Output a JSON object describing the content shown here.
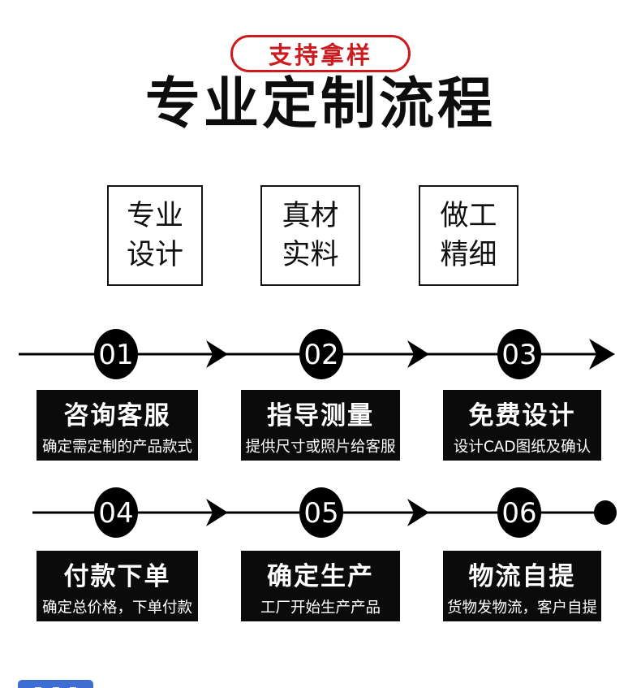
{
  "colors": {
    "accent_red": "#cb1b1e",
    "step_black": "#0b0b0b",
    "partial_banner_blue": "#3e6ed2"
  },
  "badge": {
    "label": "支持拿样"
  },
  "title": "专业定制流程",
  "features": [
    {
      "lines": [
        "专业",
        "设计"
      ]
    },
    {
      "lines": [
        "真材",
        "实料"
      ]
    },
    {
      "lines": [
        "做工",
        "精细"
      ]
    }
  ],
  "process": {
    "rows": [
      {
        "steps": [
          {
            "num": "01",
            "title": "咨询客服",
            "desc": "确定需定制的产品款式"
          },
          {
            "num": "02",
            "title": "指导测量",
            "desc": "提供尺寸或照片给客服"
          },
          {
            "num": "03",
            "title": "免费设计",
            "desc": "设计CAD图纸及确认"
          }
        ],
        "end_marker": "arrow"
      },
      {
        "steps": [
          {
            "num": "04",
            "title": "付款下单",
            "desc": "确定总价格，下单付款"
          },
          {
            "num": "05",
            "title": "确定生产",
            "desc": "工厂开始生产产品"
          },
          {
            "num": "06",
            "title": "物流自提",
            "desc": "货物发物流，客户自提"
          }
        ],
        "end_marker": "dot"
      }
    ]
  }
}
